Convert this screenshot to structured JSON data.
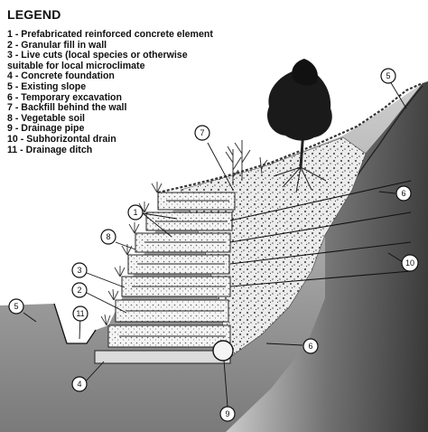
{
  "legend": {
    "title": "LEGEND",
    "items": [
      "1 - Prefabricated reinforced concrete element",
      "2 - Granular fill in wall",
      "3 - Live cuts (local species or otherwise\n      suitable for local microclimate",
      "4 - Concrete foundation",
      "5 - Existing slope",
      "6 - Temporary excavation",
      "7 - Backfill behind the wall",
      "8 - Vegetable soil",
      "9 - Drainage pipe",
      "10 - Subhorizontal drain",
      "11 - Drainage ditch"
    ]
  },
  "callouts": [
    "1",
    "2",
    "3",
    "4",
    "5",
    "5",
    "6",
    "6",
    "7",
    "8",
    "9",
    "10",
    "11"
  ]
}
